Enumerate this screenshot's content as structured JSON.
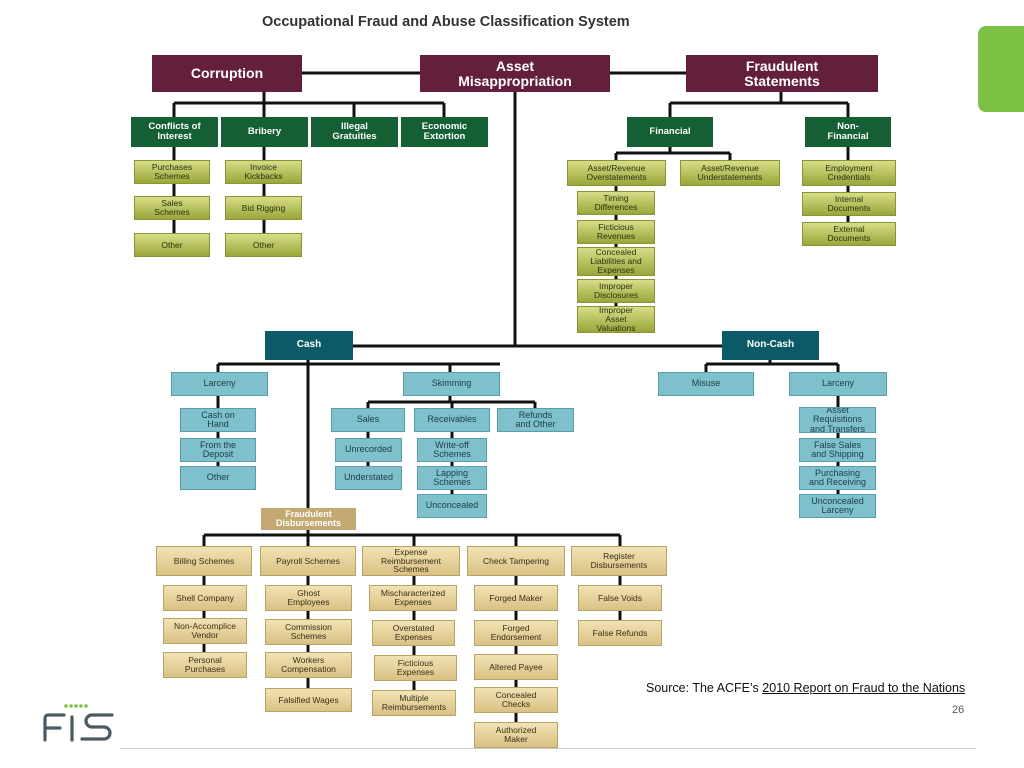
{
  "title": "Occupational Fraud and Abuse Classification System",
  "colors": {
    "maroon": "#641f3c",
    "dark_green": "#145f33",
    "lime": "#c3cb62",
    "teal": "#0c5967",
    "cyan": "#7ec0cc",
    "tan": "#c4a871",
    "beige": "#ead8a1",
    "brand_green": "#7cc143"
  },
  "nodes": {
    "corruption": "Corruption",
    "asset_misappropriation": "Asset\nMisappropriation",
    "fraudulent_statements": "Fraudulent\nStatements",
    "conflicts_of_interest": "Conflicts of\nInterest",
    "bribery": "Bribery",
    "illegal_gratuities": "Illegal\nGratuities",
    "economic_extortion": "Economic\nExtortion",
    "purchases_schemes": "Purchases\nSchemes",
    "sales_schemes": "Sales\nSchemes",
    "coi_other": "Other",
    "invoice_kickbacks": "Invoice\nKickbacks",
    "bid_rigging": "Bid Rigging",
    "bribery_other": "Other",
    "financial": "Financial",
    "non_financial": "Non-\nFinancial",
    "asset_revenue_overstatements": "Asset/Revenue\nOverstatements",
    "asset_revenue_understatements": "Asset/Revenue\nUnderstatements",
    "timing_differences": "Timing\nDifferences",
    "fictitious_revenues": "Ficticious\nRevenues",
    "concealed_liabilities": "Concealed\nLiabilities and\nExpenses",
    "improper_disclosures": "Improper\nDisclosures",
    "improper_asset_valuations": "Improper\nAsset\nValuations",
    "employment_credentials": "Employment\nCredentials",
    "internal_documents": "Internal\nDocuments",
    "external_documents": "External\nDocuments",
    "cash": "Cash",
    "non_cash": "Non-Cash",
    "larceny": "Larceny",
    "skimming": "Skimming",
    "cash_on_hand": "Cash on\nHand",
    "from_the_deposit": "From the\nDeposit",
    "larceny_other": "Other",
    "sales": "Sales",
    "receivables": "Receivables",
    "refunds_and_other": "Refunds\nand Other",
    "unrecorded": "Unrecorded",
    "understated": "Understated",
    "write_off_schemes": "Write-off\nSchemes",
    "lapping_schemes": "Lapping\nSchemes",
    "unconcealed": "Unconcealed",
    "misuse": "Misuse",
    "nc_larceny": "Larceny",
    "asset_requisitions": "Asset\nRequisitions\nand Transfers",
    "false_sales": "False Sales\nand Shipping",
    "purchasing_receiving": "Purchasing\nand Receiving",
    "unconcealed_larceny": "Unconcealed\nLarceny",
    "fraudulent_disbursements": "Fraudulent\nDisbursements",
    "billing_schemes": "Billing Schemes",
    "payroll_schemes": "Payroll Schemes",
    "expense_reimbursement": "Expense\nReimbursement\nSchemes",
    "check_tampering": "Check Tampering",
    "register_disbursements": "Register\nDisbursements",
    "shell_company": "Shell Company",
    "non_accomplice_vendor": "Non-Accomplice\nVendor",
    "personal_purchases": "Personal\nPurchases",
    "ghost_employees": "Ghost\nEmployees",
    "commission_schemes": "Commission\nSchemes",
    "workers_compensation": "Workers\nCompensation",
    "falsified_wages": "Falsified Wages",
    "mischaracterized_expenses": "Mischaracterized\nExpenses",
    "overstated_expenses": "Overstated\nExpenses",
    "fictitious_expenses": "Ficticious\nExpenses",
    "multiple_reimbursements": "Multiple\nReimbursements",
    "forged_maker": "Forged Maker",
    "forged_endorsement": "Forged\nEndorsement",
    "altered_payee": "Altered Payee",
    "concealed_checks": "Concealed\nChecks",
    "authorized_maker": "Authorized\nMaker",
    "false_voids": "False Voids",
    "false_refunds": "False Refunds"
  },
  "source": {
    "prefix": "Source: The ACFE’s ",
    "link_text": "2010 Report on Fraud to the Nations"
  },
  "page_number": "26",
  "logo_text": "FIS"
}
